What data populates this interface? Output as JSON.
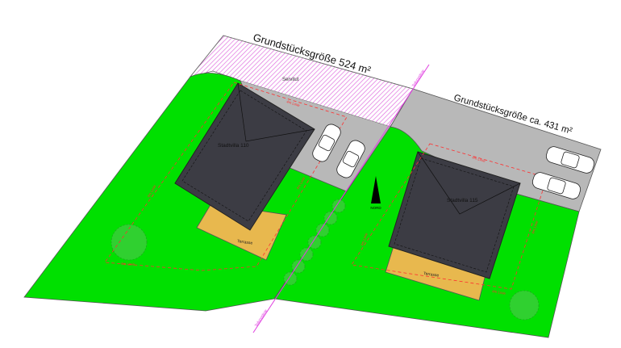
{
  "lots": {
    "left_size": "Grundstücksgröße 524 m²",
    "right_size": "Grundstücksgröße ca. 431 m²"
  },
  "servitude_label": "Servitut",
  "houses": [
    {
      "name": "Stadtvilla 110",
      "terrace": "Terrasse"
    },
    {
      "name": "Stadtvilla 115",
      "terrace": "Terrasse"
    }
  ],
  "setback_label": "4m Linie",
  "division_line_label": "Teilungslinie",
  "north_label": "NORD",
  "colors": {
    "lawn": "#00e000",
    "paving": "#b8b8b8",
    "roof": "#3c3c44",
    "terrace": "#e8b84e",
    "servitude": "#e070e0",
    "setback": "#ff3030",
    "division": "#e040e0"
  }
}
